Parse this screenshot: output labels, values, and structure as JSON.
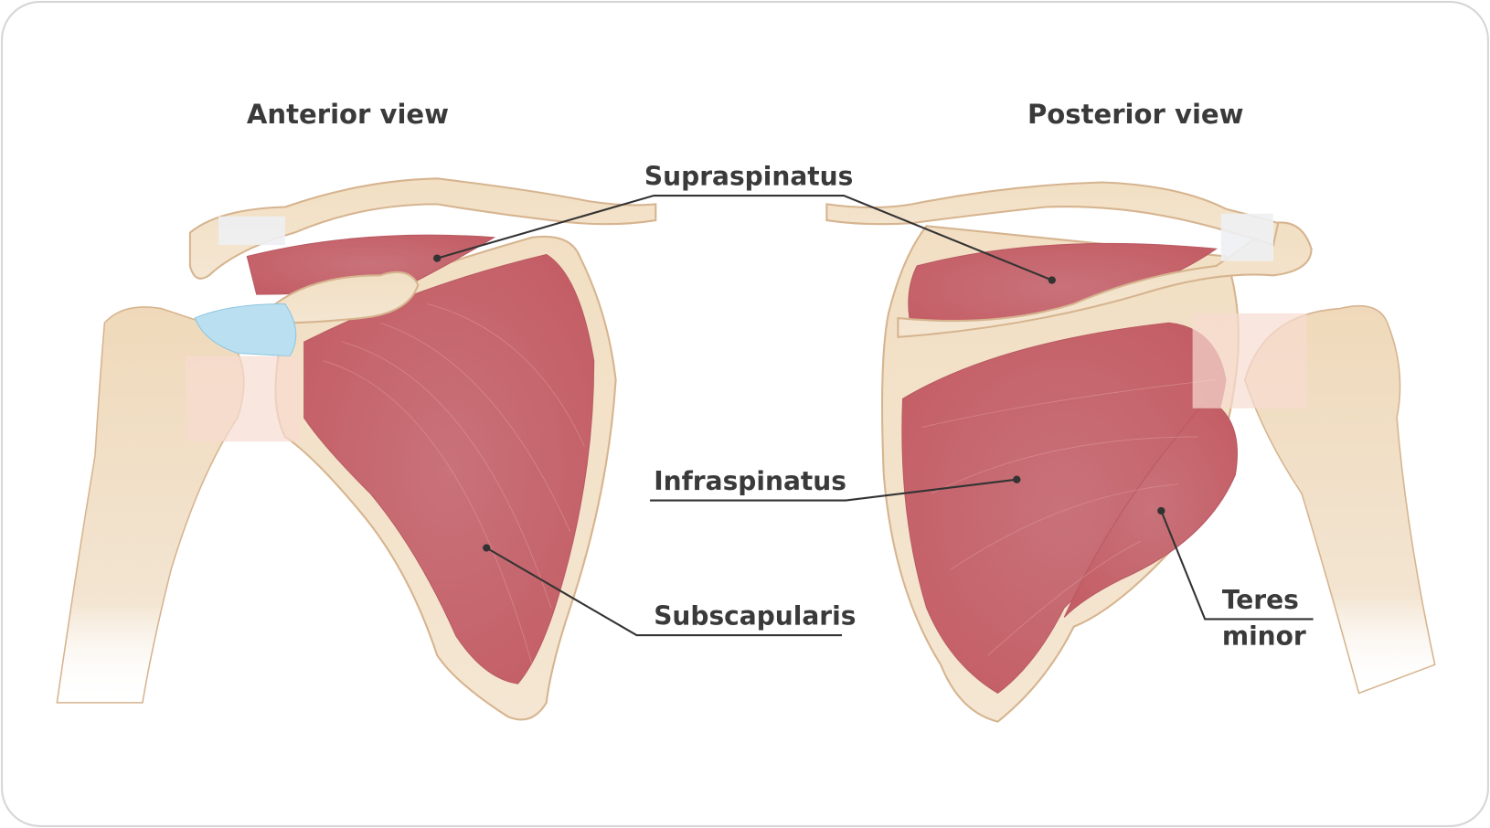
{
  "titles": {
    "anterior": "Anterior view",
    "posterior": "Posterior view"
  },
  "labels": {
    "supraspinatus": "Supraspinatus",
    "infraspinatus": "Infraspinatus",
    "subscapularis": "Subscapularis",
    "teres_minor_line1": "Teres",
    "teres_minor_line2": "minor"
  },
  "colors": {
    "bone": "#f0dcbf",
    "muscle": "#c9727a",
    "cartilage": "#b9dff0",
    "tendon": "#eef0f3",
    "text": "#3a3a3a",
    "frame": "#d6d6d6"
  }
}
